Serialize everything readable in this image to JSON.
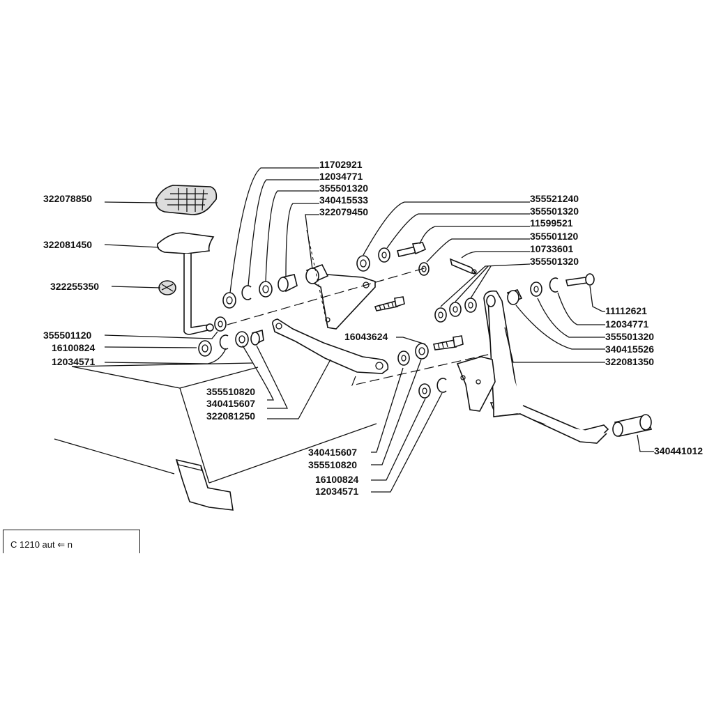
{
  "labels": {
    "l_11702921": "11702921",
    "l_12034771_a": "12034771",
    "l_355501320_a": "355501320",
    "l_340415533": "340415533",
    "l_322079450": "322079450",
    "l_322078850": "322078850",
    "l_322081450": "322081450",
    "l_322255350": "322255350",
    "l_355501120_a": "355501120",
    "l_16100824_a": "16100824",
    "l_12034571_a": "12034571",
    "l_355510820_a": "355510820",
    "l_340415607_a": "340415607",
    "l_322081250": "322081250",
    "l_355521240": "355521240",
    "l_355501320_b": "355501320",
    "l_11599521": "11599521",
    "l_355501120_b": "355501120",
    "l_10733601": "10733601",
    "l_355501320_c": "355501320",
    "l_16043624": "16043624",
    "l_11112621": "11112621",
    "l_12034771_b": "12034771",
    "l_355501320_d": "355501320",
    "l_340415526": "340415526",
    "l_322081350": "322081350",
    "l_340441012": "340441012",
    "l_340415607_b": "340415607",
    "l_355510820_b": "355510820",
    "l_16100824_b": "16100824",
    "l_12034571_b": "12034571"
  },
  "footer": {
    "text": "C 1210 aut ⇐ n"
  }
}
